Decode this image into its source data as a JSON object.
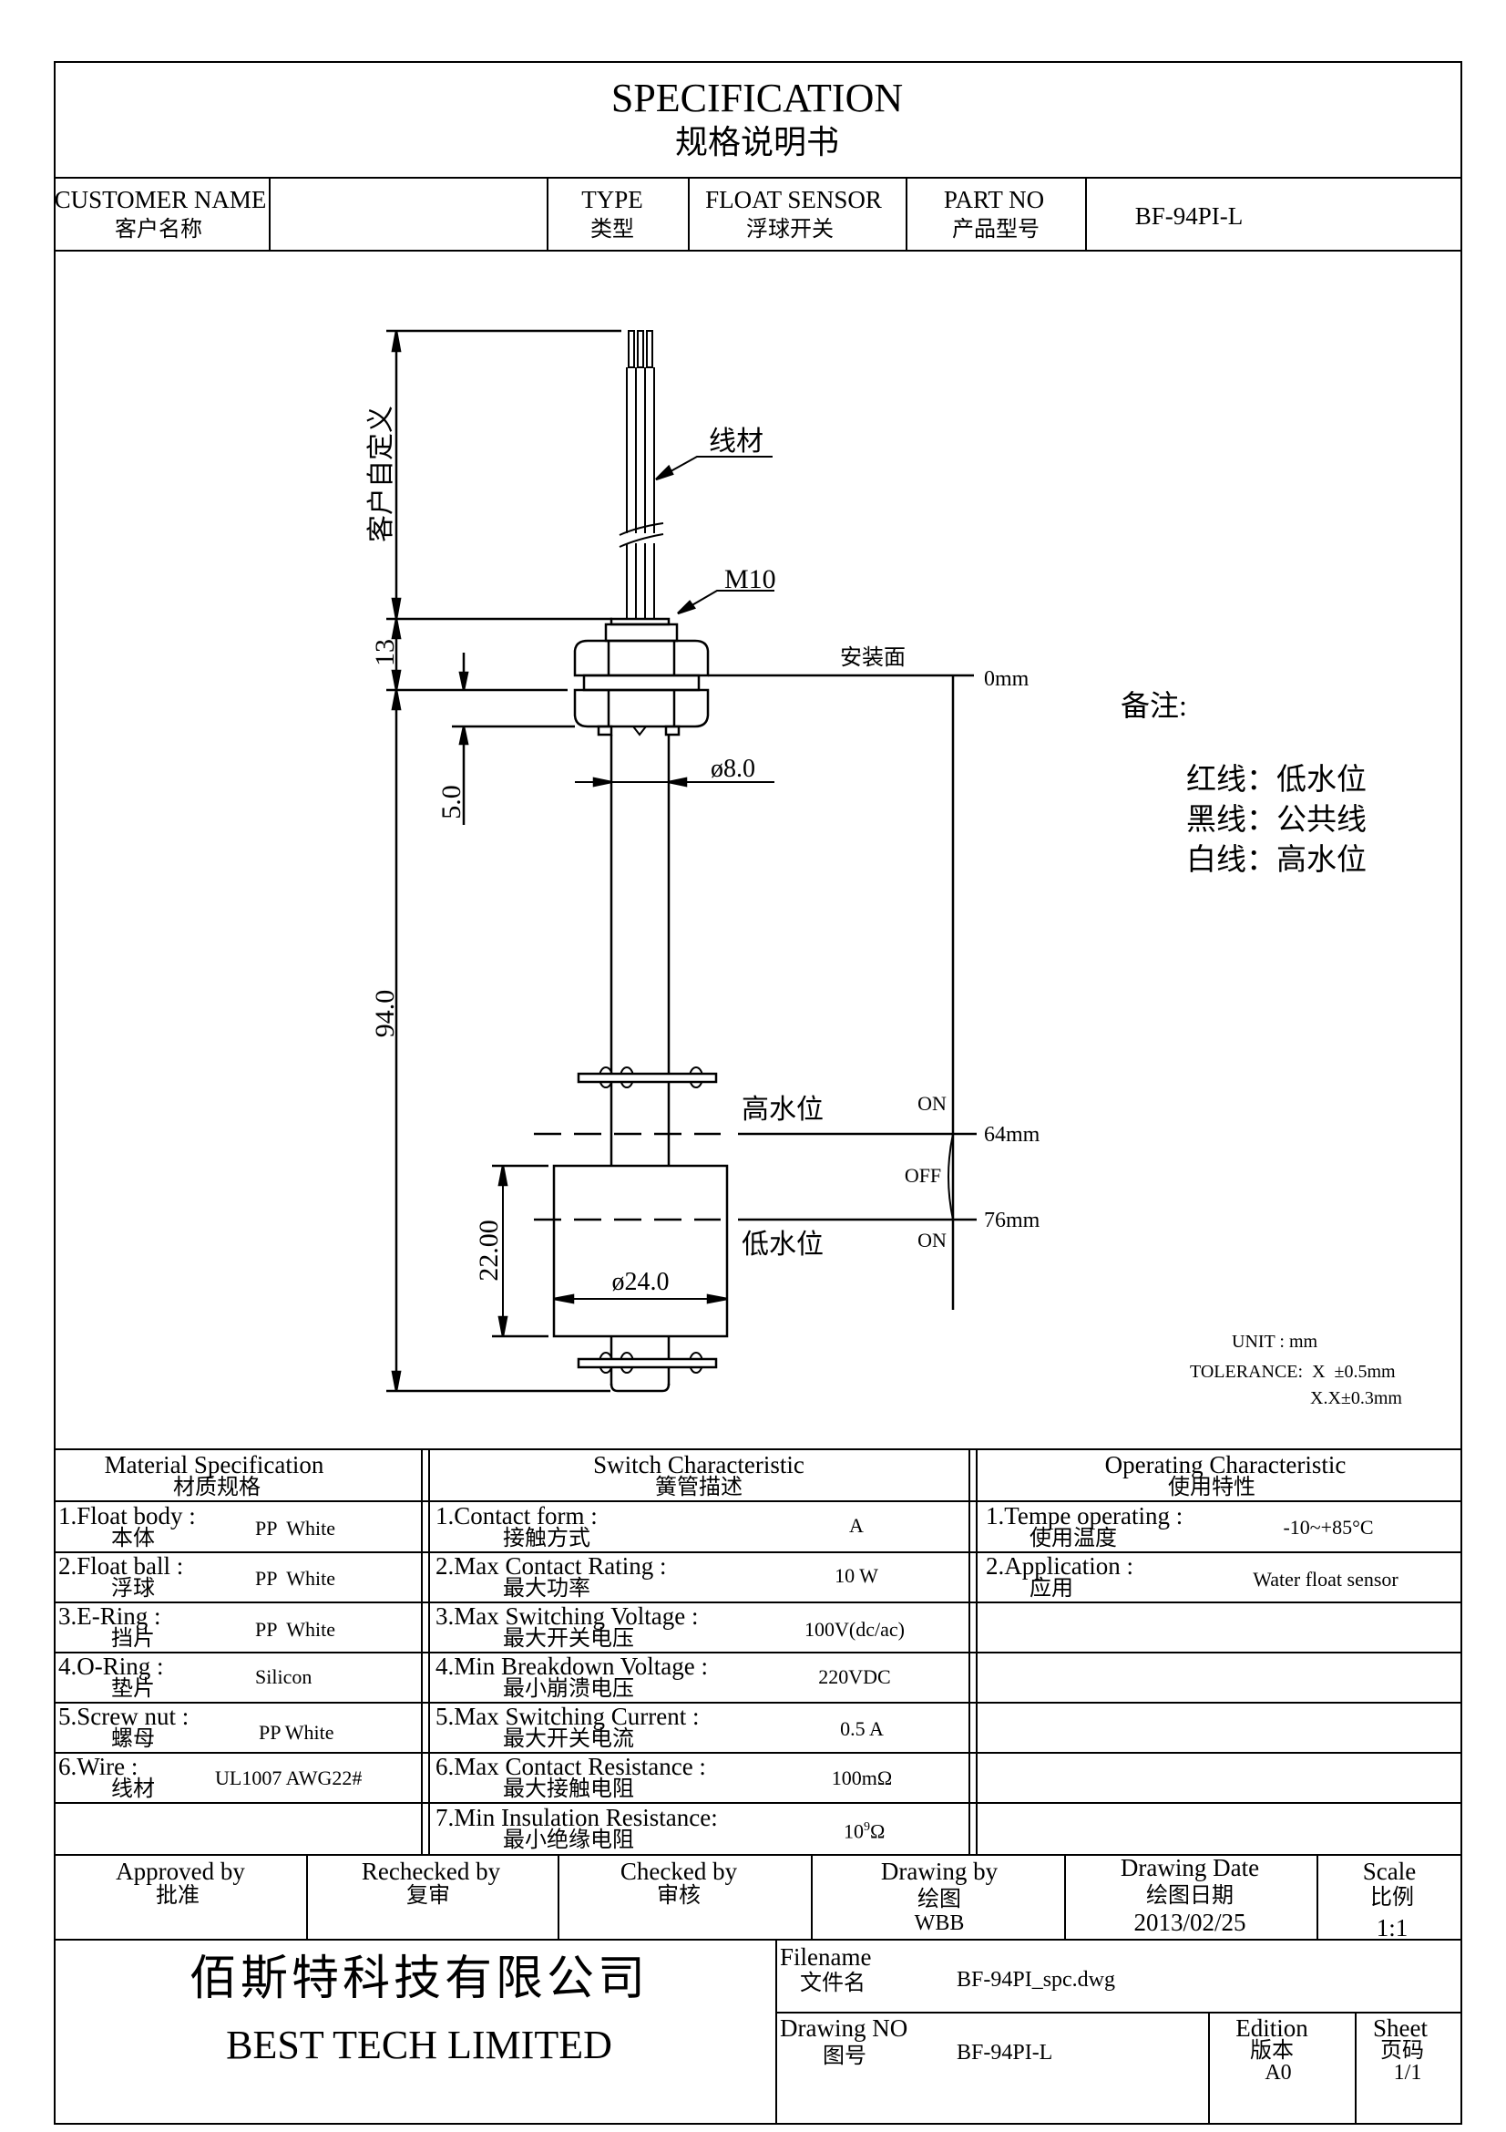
{
  "title": {
    "en": "SPECIFICATION",
    "cn": "规格说明书"
  },
  "header": {
    "customer_label_en": "CUSTOMER NAME",
    "customer_label_cn": "客户名称",
    "customer_value": "",
    "type_label_en": "TYPE",
    "type_label_cn": "类型",
    "type_value_en": "FLOAT SENSOR",
    "type_value_cn": "浮球开关",
    "part_label_en": "PART NO",
    "part_label_cn": "产品型号",
    "part_value": "BF-94PI-L"
  },
  "drawing": {
    "dim_custom": "客户自定义",
    "wire_label": "线材",
    "thread_label": "M10",
    "dim_13": "13",
    "mount_face": "安装面",
    "zero": "0mm",
    "dim_5": "5.0",
    "dia_8": "ø8.0",
    "dim_94": "94.0",
    "high_level": "高水位",
    "low_level": "低水位",
    "on_top": "ON",
    "off": "OFF",
    "on_bottom": "ON",
    "mark_64": "64mm",
    "mark_76": "76mm",
    "dim_22": "22.00",
    "dia_24": "ø24.0"
  },
  "notes": {
    "title": "备注:",
    "lines": [
      "红线：低水位",
      "黑线：公共线",
      "白线：高水位"
    ]
  },
  "units": {
    "unit": "UNIT : mm",
    "tol1": "TOLERANCE:  X  ±0.5mm",
    "tol2": "X.X±0.3mm"
  },
  "spec": {
    "material": {
      "head_en": "Material  Specification",
      "head_cn": "材质规格",
      "rows": [
        {
          "en": "1.Float body :",
          "cn": "本体",
          "value": "PP  White"
        },
        {
          "en": "2.Float ball :",
          "cn": "浮球",
          "value": "PP  White"
        },
        {
          "en": "3.E-Ring :",
          "cn": "挡片",
          "value": "PP  White"
        },
        {
          "en": "4.O-Ring :",
          "cn": "垫片",
          "value": "Silicon"
        },
        {
          "en": "5.Screw nut :",
          "cn": "螺母",
          "value": "PP White"
        },
        {
          "en": "6.Wire :",
          "cn": "线材",
          "value": "UL1007 AWG22#"
        }
      ]
    },
    "switch": {
      "head_en": "Switch Characteristic",
      "head_cn": "簧管描述",
      "rows": [
        {
          "en": "1.Contact form :",
          "cn": "接触方式",
          "value": "A"
        },
        {
          "en": "2.Max Contact Rating :",
          "cn": "最大功率",
          "value": "10 W"
        },
        {
          "en": "3.Max Switching Voltage :",
          "cn": "最大开关电压",
          "value": "100V(dc/ac)"
        },
        {
          "en": "4.Min Breakdown Voltage :",
          "cn": "最小崩溃电压",
          "value": "220VDC"
        },
        {
          "en": "5.Max Switching Current :",
          "cn": "最大开关电流",
          "value": "0.5 A"
        },
        {
          "en": "6.Max Contact Resistance :",
          "cn": "最大接触电阻",
          "value": "100mΩ"
        },
        {
          "en": "7.Min Insulation Resistance:",
          "cn": "最小绝缘电阻",
          "value": "10",
          "value_sup": "9",
          "value_unit": "Ω"
        }
      ]
    },
    "operating": {
      "head_en": "Operating Characteristic",
      "head_cn": "使用特性",
      "rows": [
        {
          "en": "1.Tempe operating :",
          "cn": "使用温度",
          "value": "-10~+85°C"
        },
        {
          "en": "2.Application :",
          "cn": "应用",
          "value": "Water float sensor"
        }
      ]
    }
  },
  "approval": [
    {
      "en": "Approved by",
      "cn": "批准",
      "value": ""
    },
    {
      "en": "Rechecked by",
      "cn": "复审",
      "value": ""
    },
    {
      "en": "Checked by",
      "cn": "审核",
      "value": ""
    },
    {
      "en": "Drawing by",
      "cn": "绘图",
      "value": "WBB"
    },
    {
      "en": "Drawing Date",
      "cn": "绘图日期",
      "value": "2013/02/25"
    },
    {
      "en": "Scale",
      "cn": "比例",
      "value": "1:1"
    }
  ],
  "footer": {
    "company_cn": "佰斯特科技有限公司",
    "company_en": "BEST TECH LIMITED",
    "filename_en": "Filename",
    "filename_cn": "文件名",
    "filename_value": "BF-94PI_spc.dwg",
    "drawno_en": "Drawing NO",
    "drawno_cn": "图号",
    "drawno_value": "BF-94PI-L",
    "edition_en": "Edition",
    "edition_cn": "版本",
    "edition_value": "A0",
    "sheet_en": "Sheet",
    "sheet_cn": "页码",
    "sheet_value": "1/1"
  }
}
